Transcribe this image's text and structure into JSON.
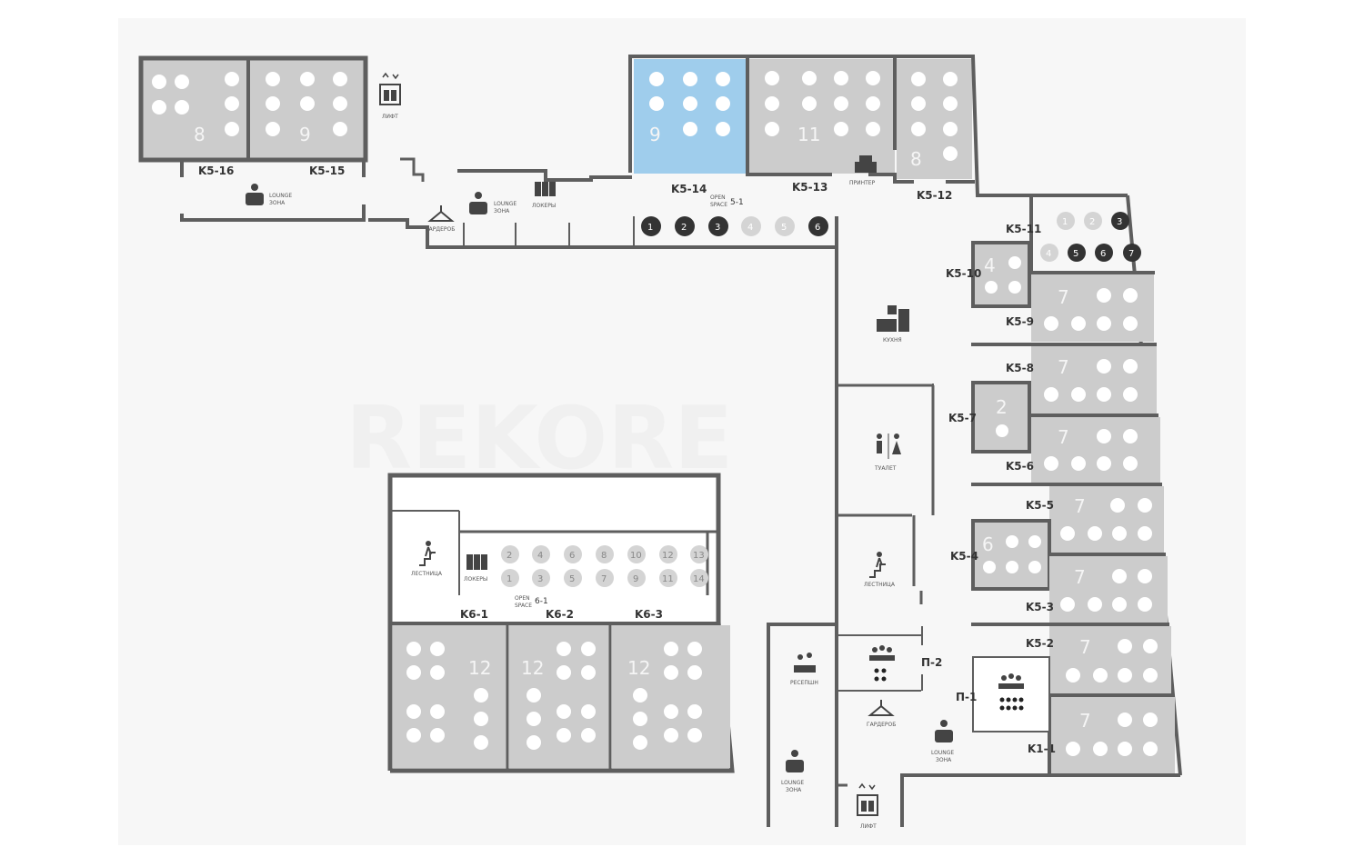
{
  "watermark": "REKORE",
  "colors": {
    "selected": "#9fcdec",
    "office": "#cccccc",
    "wall": "#5e5e5e",
    "seat_dark": "#333333",
    "seat_light": "#d4d4d4"
  },
  "rooms": {
    "k5_16": {
      "label": "K5-16",
      "seats": "8"
    },
    "k5_15": {
      "label": "K5-15",
      "seats": "9"
    },
    "k5_14": {
      "label": "K5-14",
      "seats": "9",
      "selected": true
    },
    "k5_13": {
      "label": "K5-13",
      "seats": "11"
    },
    "k5_12": {
      "label": "K5-12",
      "seats": "8"
    },
    "k5_11": {
      "label": "K5-11"
    },
    "k5_10": {
      "label": "K5-10",
      "seats": "4"
    },
    "k5_9": {
      "label": "K5-9",
      "seats": "7"
    },
    "k5_8": {
      "label": "K5-8",
      "seats": "7"
    },
    "k5_7": {
      "label": "K5-7",
      "seats": "2"
    },
    "k5_6": {
      "label": "K5-6",
      "seats": "7"
    },
    "k5_5": {
      "label": "K5-5",
      "seats": "7"
    },
    "k5_4": {
      "label": "K5-4",
      "seats": "6"
    },
    "k5_3": {
      "label": "K5-3",
      "seats": "7"
    },
    "k5_2": {
      "label": "K5-2",
      "seats": "7"
    },
    "k1_1": {
      "label": "K1-1",
      "seats": "7"
    },
    "k6_1": {
      "label": "K6-1",
      "seats": "12"
    },
    "k6_2": {
      "label": "K6-2",
      "seats": "12"
    },
    "k6_3": {
      "label": "K6-3",
      "seats": "12"
    },
    "p2": {
      "label": "П-2"
    },
    "p1": {
      "label": "П-1"
    }
  },
  "open_spaces": {
    "s5_1": {
      "open": "OPEN",
      "space": "SPACE",
      "id": "5-1",
      "seats": [
        {
          "n": "1",
          "occupied": true
        },
        {
          "n": "2",
          "occupied": true
        },
        {
          "n": "3",
          "occupied": true
        },
        {
          "n": "4",
          "occupied": false
        },
        {
          "n": "5",
          "occupied": false
        },
        {
          "n": "6",
          "occupied": true
        }
      ]
    },
    "s6_1": {
      "open": "OPEN",
      "space": "SPACE",
      "id": "6-1",
      "top": [
        "2",
        "4",
        "6",
        "8",
        "10",
        "12",
        "13"
      ],
      "bottom": [
        "1",
        "3",
        "5",
        "7",
        "9",
        "11",
        "14"
      ]
    },
    "k5_11_seats": [
      {
        "n": "1",
        "occupied": false
      },
      {
        "n": "2",
        "occupied": false
      },
      {
        "n": "3",
        "occupied": true
      },
      {
        "n": "4",
        "occupied": false
      },
      {
        "n": "5",
        "occupied": true
      },
      {
        "n": "6",
        "occupied": true
      },
      {
        "n": "7",
        "occupied": true
      }
    ]
  },
  "amenities": {
    "lift": "ЛИФТ",
    "lounge_1": "LOUNGE",
    "lounge_2": "ЗОНА",
    "wardrobe": "ГАРДЕРОБ",
    "lockers": "ЛОКЕРЫ",
    "printer": "ПРИНТЕР",
    "kitchen": "КУХНЯ",
    "toilet": "ТУАЛЕТ",
    "stairs": "ЛЕСТНИЦА",
    "reception": "РЕСЕПШН"
  },
  "icons": [
    "lift-icon",
    "lounge-icon",
    "wardrobe-icon",
    "locker-icon",
    "printer-icon",
    "kitchen-icon",
    "toilet-icon",
    "stairs-icon",
    "reception-icon",
    "meeting-icon"
  ]
}
